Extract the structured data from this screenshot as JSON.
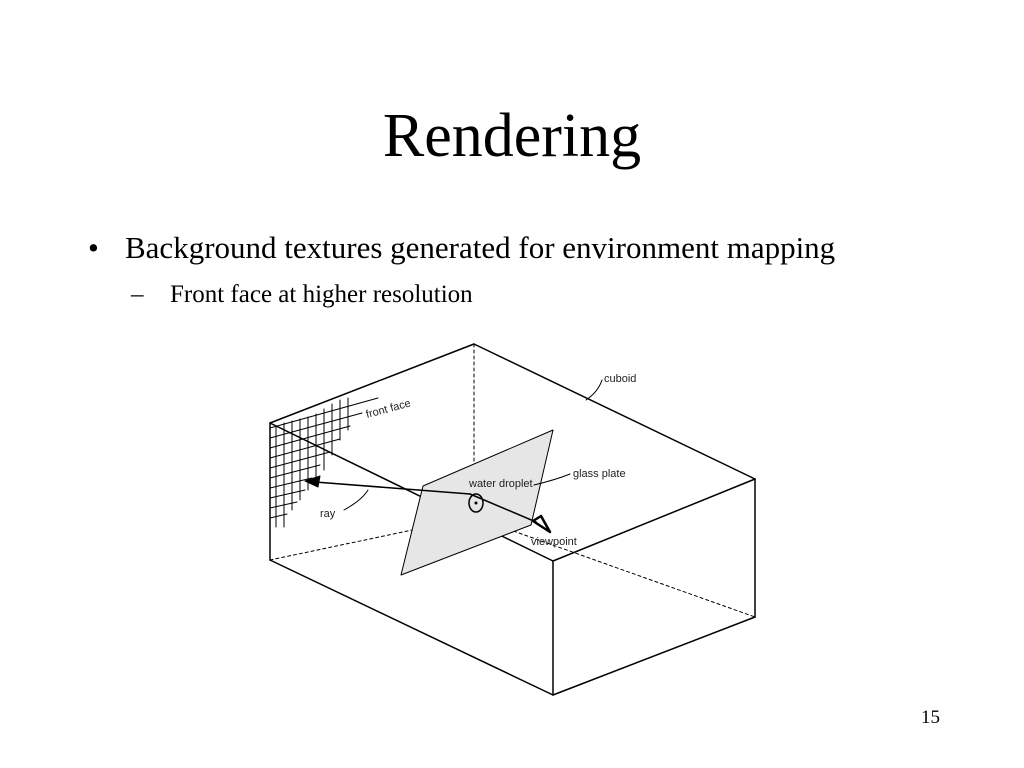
{
  "slide": {
    "title": "Rendering",
    "bullet_marker": "•",
    "bullet_text": "Background textures generated for environment mapping",
    "sub_marker": "–",
    "sub_text": "Front face at higher resolution",
    "page_number": "15"
  },
  "diagram": {
    "labels": {
      "cuboid": "cuboid",
      "front_face": "front face",
      "glass_plate": "glass plate",
      "water_droplet": "water droplet",
      "ray": "ray",
      "viewpoint": "viewpoint"
    },
    "colors": {
      "line": "#000000",
      "glass_fill": "#e6e6e6"
    }
  }
}
